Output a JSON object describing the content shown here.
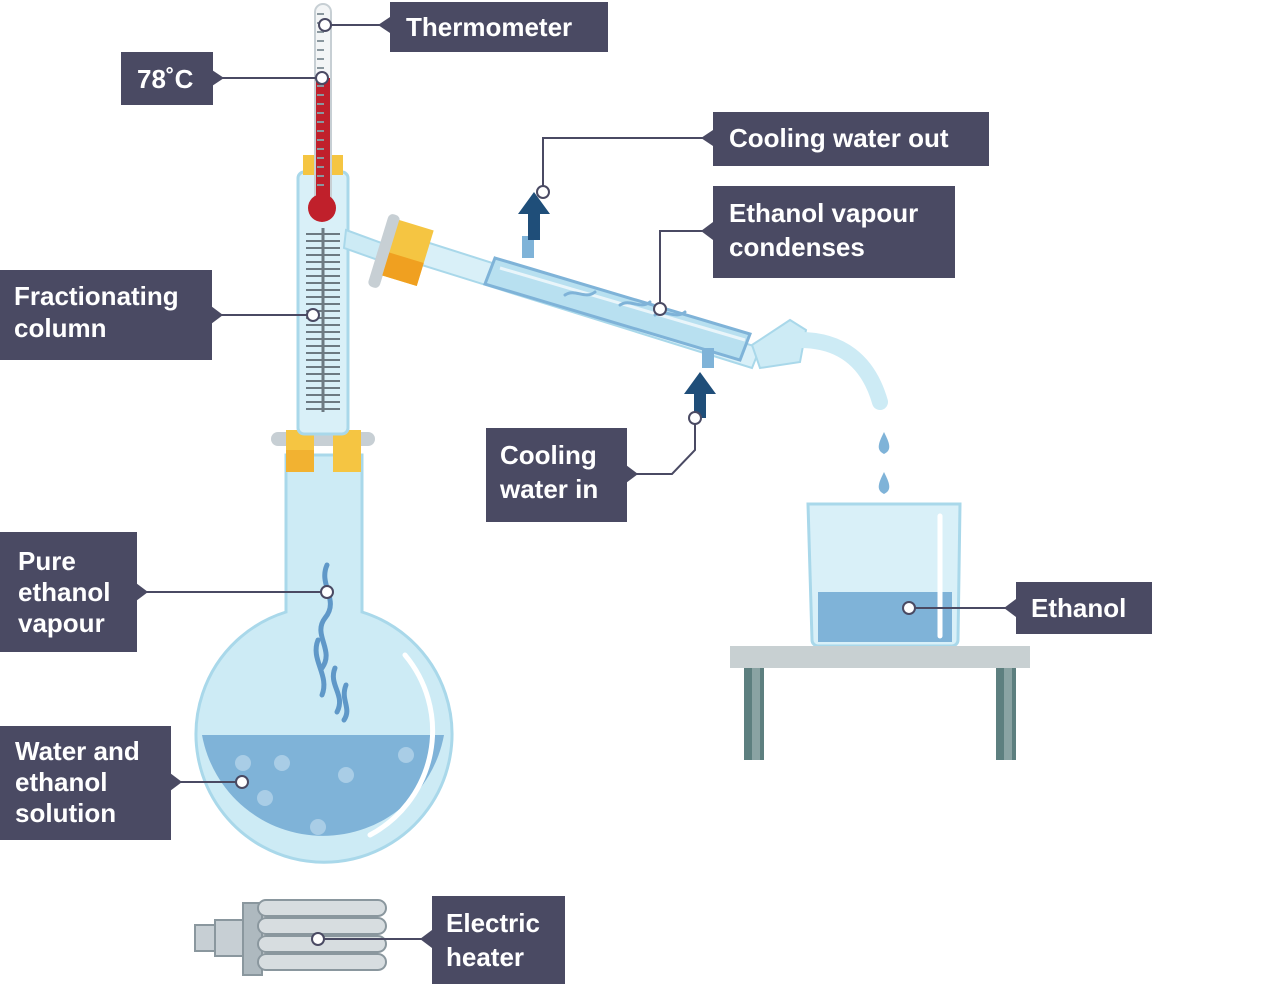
{
  "labels": {
    "thermometer": "Thermometer",
    "temperature": "78˚C",
    "fractionating_column": "Fractionating\ncolumn",
    "pure_ethanol_vapour": "Pure\nethanol\nvapour",
    "water_ethanol_solution": "Water and\nethanol\nsolution",
    "electric_heater": "Electric\nheater",
    "cooling_water_out": "Cooling water out",
    "ethanol_vapour_condenses": "Ethanol vapour\ncondenses",
    "cooling_water_in": "Cooling\nwater in",
    "ethanol": "Ethanol"
  },
  "colors": {
    "label_bg": "#4a4a63",
    "label_text": "#ffffff",
    "leader_line": "#4a4a63",
    "glass": "#cdebf5",
    "glass_edge": "#a9d8ea",
    "liquid": "#7fb3d8",
    "liquid_dark": "#6aa3cc",
    "vapour": "#5f98c8",
    "thermometer_red": "#c0202b",
    "stopper": "#f5c542",
    "stopper_dark": "#f0a020",
    "arrow": "#1f4e79",
    "table_top": "#c8d0d2",
    "table_leg": "#5d7f7f",
    "heater": "#c7cfd4",
    "heater_dark": "#8a979e"
  }
}
